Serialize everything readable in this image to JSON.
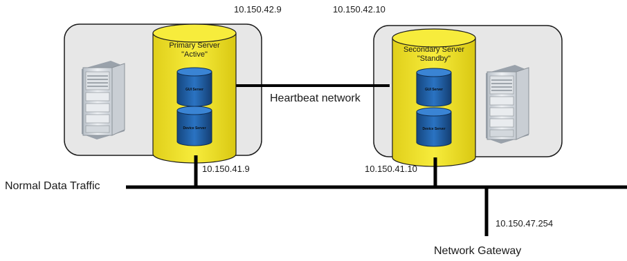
{
  "ips": {
    "primary_heartbeat": "10.150.42.9",
    "secondary_heartbeat": "10.150.42.10",
    "primary_data": "10.150.41.9",
    "secondary_data": "10.150.41.10",
    "gateway": "10.150.47.254"
  },
  "labels": {
    "heartbeat": "Heartbeat network",
    "data_traffic": "Normal Data Traffic",
    "gateway": "Network Gateway"
  },
  "primary": {
    "line1": "Primary Server",
    "line2": "\"Active\"",
    "gui": "GUI Server",
    "device": "Device Server"
  },
  "secondary": {
    "line1": "Secondary Server",
    "line2": "\"Standby\"",
    "gui": "GUI Server",
    "device": "Device Server"
  },
  "colors": {
    "cylinder_yellow": "#f2e531",
    "db_blue": "#1f5fa6",
    "box_fill": "#e7e7e7",
    "line_black": "#000000"
  }
}
